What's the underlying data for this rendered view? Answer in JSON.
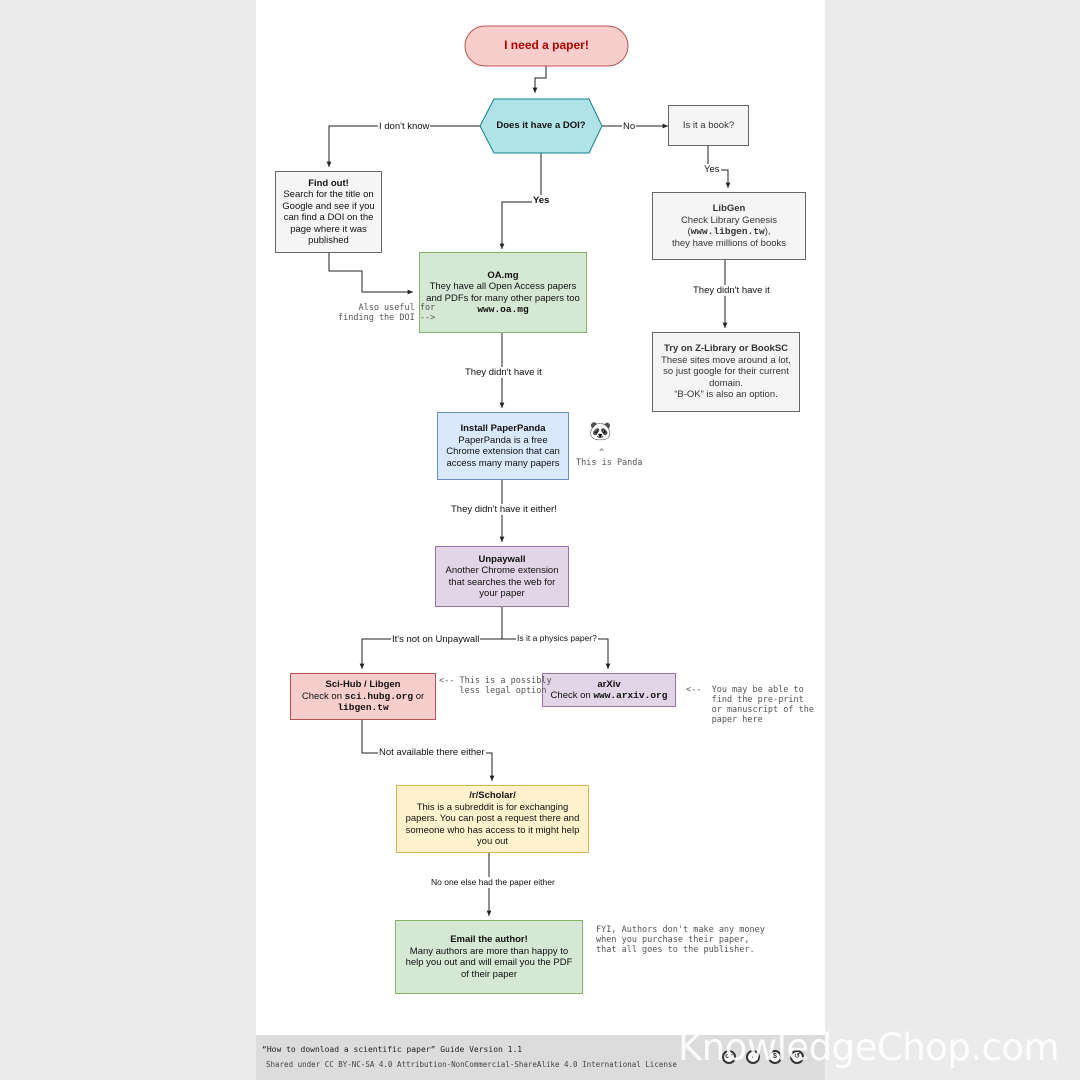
{
  "start": {
    "label": "I need a paper!"
  },
  "doi_question": {
    "label": "Does it have a DOI?"
  },
  "book_question": {
    "label": "Is it a book?"
  },
  "find_out": {
    "title": "Find out!",
    "body": "Search for the title on Google and see if you can find a DOI on the page where it was published"
  },
  "oamg": {
    "title": "OA.mg",
    "body": "They have all Open Access papers and PDFs for many other papers too",
    "url": "www.oa.mg"
  },
  "libgen": {
    "title": "LibGen",
    "body1": "Check Library Genesis",
    "url": "www.libgen.tw",
    "body2": "they have millions of books"
  },
  "zlib": {
    "title": "Try on Z-Library or BookSC",
    "body": "These sites move around a lot, so just google for their current domain.",
    "extra": "“B-OK” is also an option."
  },
  "paperpanda": {
    "title": "Install PaperPanda",
    "body": "PaperPanda is a free Chrome extension that can access many many papers"
  },
  "unpaywall": {
    "title": "Unpaywall",
    "body": "Another Chrome extension that searches the web for your paper"
  },
  "scihub": {
    "title": "Sci-Hub / Libgen",
    "prefix": "Check on",
    "url1": "sci.hubg.org",
    "or": "or",
    "url2": "libgen.tw"
  },
  "arxiv": {
    "title": "arXiv",
    "prefix": "Check on",
    "url": "www.arxiv.org"
  },
  "scholar": {
    "title": "/r/Scholar/",
    "body": "This is a subreddit is for exchanging papers. You can post a request there and someone who has access to it might help you out"
  },
  "email": {
    "title": "Email the author!",
    "body": "Many authors are more than happy to help you out and will email you the PDF of their paper"
  },
  "edges": {
    "dont_know": "I don't know",
    "no": "No",
    "yes_doi": "Yes",
    "yes_book": "Yes",
    "oamg_fail": "They didn't have it",
    "libgen_fail": "They didn't have it",
    "panda_fail": "They didn't have it either!",
    "not_unpaywall": "It's not on Unpaywall",
    "physics": "Is it a physics paper?",
    "not_available": "Not available there either",
    "no_one": "No one else had the paper either"
  },
  "notes": {
    "doi_help": "Also useful for\nfinding the DOI -->",
    "panda_caret": "^",
    "panda_label": "This is Panda",
    "scihub_note": "<-- This is a possibly\n    less legal option",
    "arxiv_note": "<--  You may be able to\n     find the pre-print\n     or manuscript of the\n     paper here",
    "fyi": "FYI, Authors don't make any money\nwhen you purchase their paper,\nthat all goes to the publisher."
  },
  "footer": {
    "line1": "“How to download a scientific paper” Guide Version 1.1",
    "line2": "Shared under CC BY-NC-SA 4.0 Attribution-NonCommercial-ShareAlike 4.0 International License"
  },
  "watermark": "KnowledgeChop.com",
  "colors": {
    "start": "#f8cecc",
    "start_border": "#b85450",
    "doi": "#b0e3e6",
    "doi_border": "#0e8088",
    "grey": "#f5f5f5",
    "grey_border": "#666666",
    "green": "#d5e8d4",
    "green_border": "#82b366",
    "blue": "#dae8fc",
    "blue_border": "#6c8ebf",
    "purple": "#e1d5e7",
    "purple_border": "#9673a6",
    "red": "#f8cecc",
    "red_border": "#b85450",
    "yellow": "#fff2cc",
    "yellow_border": "#d6b656"
  }
}
